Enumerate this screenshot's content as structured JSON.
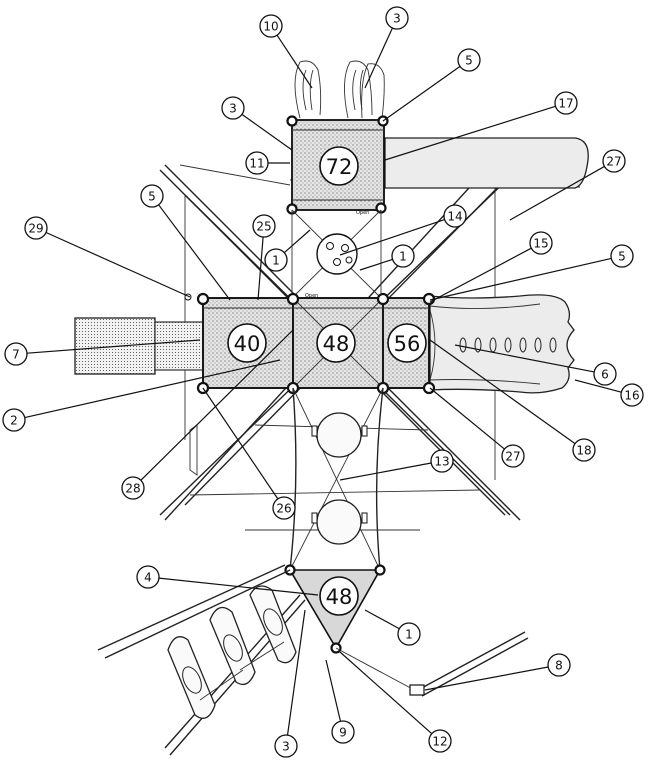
{
  "deck_heights": [
    {
      "id": "deck-72",
      "label": "72"
    },
    {
      "id": "deck-40",
      "label": "40"
    },
    {
      "id": "deck-48-center",
      "label": "48"
    },
    {
      "id": "deck-56",
      "label": "56"
    },
    {
      "id": "deck-48-bottom",
      "label": "48"
    }
  ],
  "callouts": [
    {
      "id": "c10",
      "label": "10"
    },
    {
      "id": "c3a",
      "label": "3"
    },
    {
      "id": "c5a",
      "label": "5"
    },
    {
      "id": "c17",
      "label": "17"
    },
    {
      "id": "c3b",
      "label": "3"
    },
    {
      "id": "c11",
      "label": "11"
    },
    {
      "id": "c27a",
      "label": "27"
    },
    {
      "id": "c5b",
      "label": "5"
    },
    {
      "id": "c25",
      "label": "25"
    },
    {
      "id": "c14",
      "label": "14"
    },
    {
      "id": "c29",
      "label": "29"
    },
    {
      "id": "c1a",
      "label": "1"
    },
    {
      "id": "c1b",
      "label": "1"
    },
    {
      "id": "c15",
      "label": "15"
    },
    {
      "id": "c5c",
      "label": "5"
    },
    {
      "id": "c7",
      "label": "7"
    },
    {
      "id": "c6",
      "label": "6"
    },
    {
      "id": "c16",
      "label": "16"
    },
    {
      "id": "c2",
      "label": "2"
    },
    {
      "id": "c18",
      "label": "18"
    },
    {
      "id": "c27b",
      "label": "27"
    },
    {
      "id": "c13",
      "label": "13"
    },
    {
      "id": "c28",
      "label": "28"
    },
    {
      "id": "c26",
      "label": "26"
    },
    {
      "id": "c4",
      "label": "4"
    },
    {
      "id": "c1c",
      "label": "1"
    },
    {
      "id": "c8",
      "label": "8"
    },
    {
      "id": "c3c",
      "label": "3"
    },
    {
      "id": "c9",
      "label": "9"
    },
    {
      "id": "c12",
      "label": "12"
    }
  ],
  "small_labels": {
    "open_top": "Open",
    "open_bottom": "Open",
    "side_tag_top": "Open",
    "side_tag_left": "Open"
  }
}
